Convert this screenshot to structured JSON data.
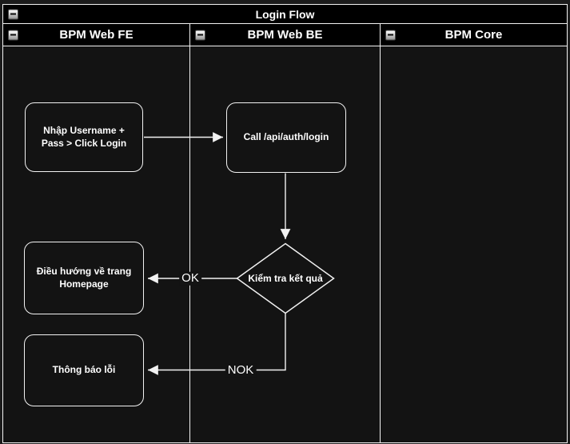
{
  "diagram": {
    "title": "Login Flow",
    "lanes": [
      {
        "label": "BPM Web FE"
      },
      {
        "label": "BPM Web BE"
      },
      {
        "label": "BPM Core"
      }
    ],
    "nodes": [
      {
        "id": "input-credentials",
        "type": "process",
        "lane": "BPM Web FE",
        "label": "Nhập Username + Pass > Click Login"
      },
      {
        "id": "call-login-api",
        "type": "process",
        "lane": "BPM Web BE",
        "label": "Call /api/auth/login"
      },
      {
        "id": "check-result",
        "type": "decision",
        "lane": "BPM Web BE",
        "label": "Kiểm tra kết quả"
      },
      {
        "id": "redirect-homepage",
        "type": "process",
        "lane": "BPM Web FE",
        "label": "Điều hướng về trang Homepage"
      },
      {
        "id": "show-error",
        "type": "process",
        "lane": "BPM Web FE",
        "label": "Thông báo lỗi"
      }
    ],
    "edges": [
      {
        "from": "input-credentials",
        "to": "call-login-api",
        "label": ""
      },
      {
        "from": "call-login-api",
        "to": "check-result",
        "label": ""
      },
      {
        "from": "check-result",
        "to": "redirect-homepage",
        "label": "OK"
      },
      {
        "from": "check-result",
        "to": "show-error",
        "label": "NOK"
      }
    ],
    "icons": {
      "pool_collapse": "minus-icon",
      "lane_collapse": "minus-icon"
    }
  },
  "colors": {
    "canvas_bg": "#1b1b1b",
    "panel_fill": "#000000",
    "body_fill": "#131313",
    "stroke": "#f2f2f2",
    "text": "#ffffff"
  }
}
